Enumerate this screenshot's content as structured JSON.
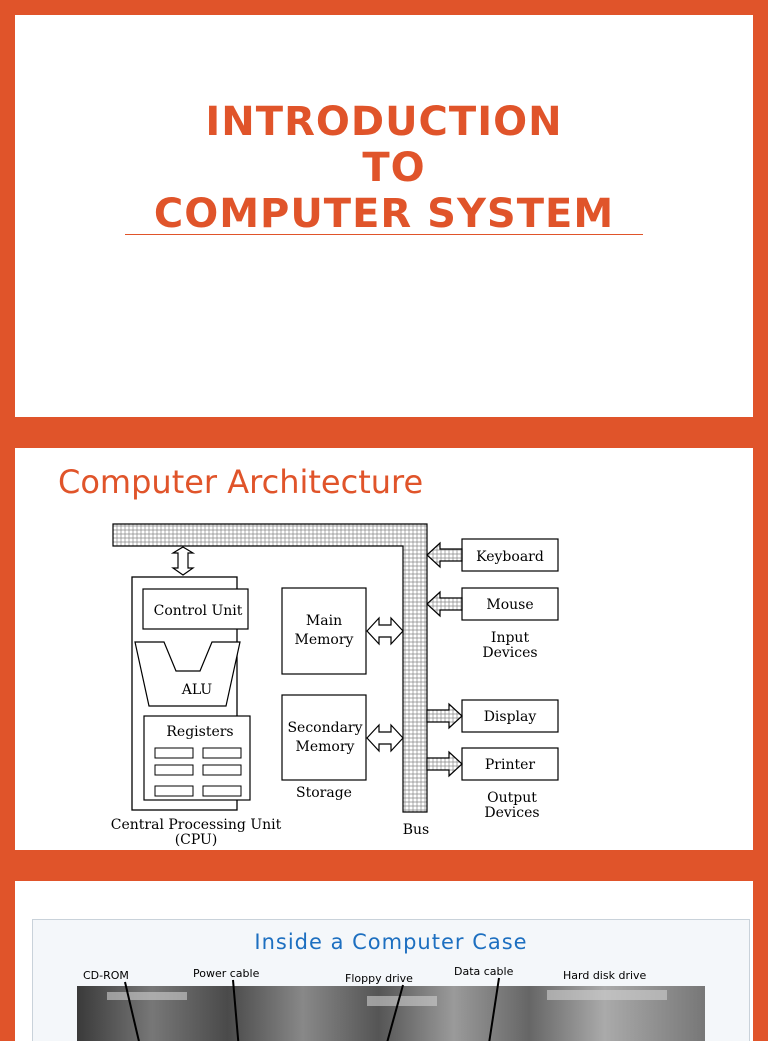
{
  "slide1": {
    "title_lines": [
      "INTRODUCTION",
      "TO",
      "COMPUTER SYSTEM"
    ]
  },
  "slide2": {
    "title": "Computer Architecture",
    "cpu": {
      "control_unit": "Control Unit",
      "alu": "ALU",
      "registers": "Registers",
      "caption_line1": "Central Processing Unit",
      "caption_line2": "(CPU)"
    },
    "memory": {
      "main_line1": "Main",
      "main_line2": "Memory",
      "secondary_line1": "Secondary",
      "secondary_line2": "Memory",
      "storage_label": "Storage"
    },
    "bus_label": "Bus",
    "input_devices": {
      "items": [
        "Keyboard",
        "Mouse"
      ],
      "caption_line1": "Input",
      "caption_line2": "Devices"
    },
    "output_devices": {
      "items": [
        "Display",
        "Printer"
      ],
      "caption_line1": "Output",
      "caption_line2": "Devices"
    }
  },
  "slide3": {
    "photo_title": "Inside a Computer Case",
    "labels": [
      "CD-ROM",
      "Power cable",
      "Floppy drive",
      "Data cable",
      "Hard disk drive"
    ]
  },
  "colors": {
    "accent": "#e0542a",
    "photo_title": "#1d6fc0"
  }
}
